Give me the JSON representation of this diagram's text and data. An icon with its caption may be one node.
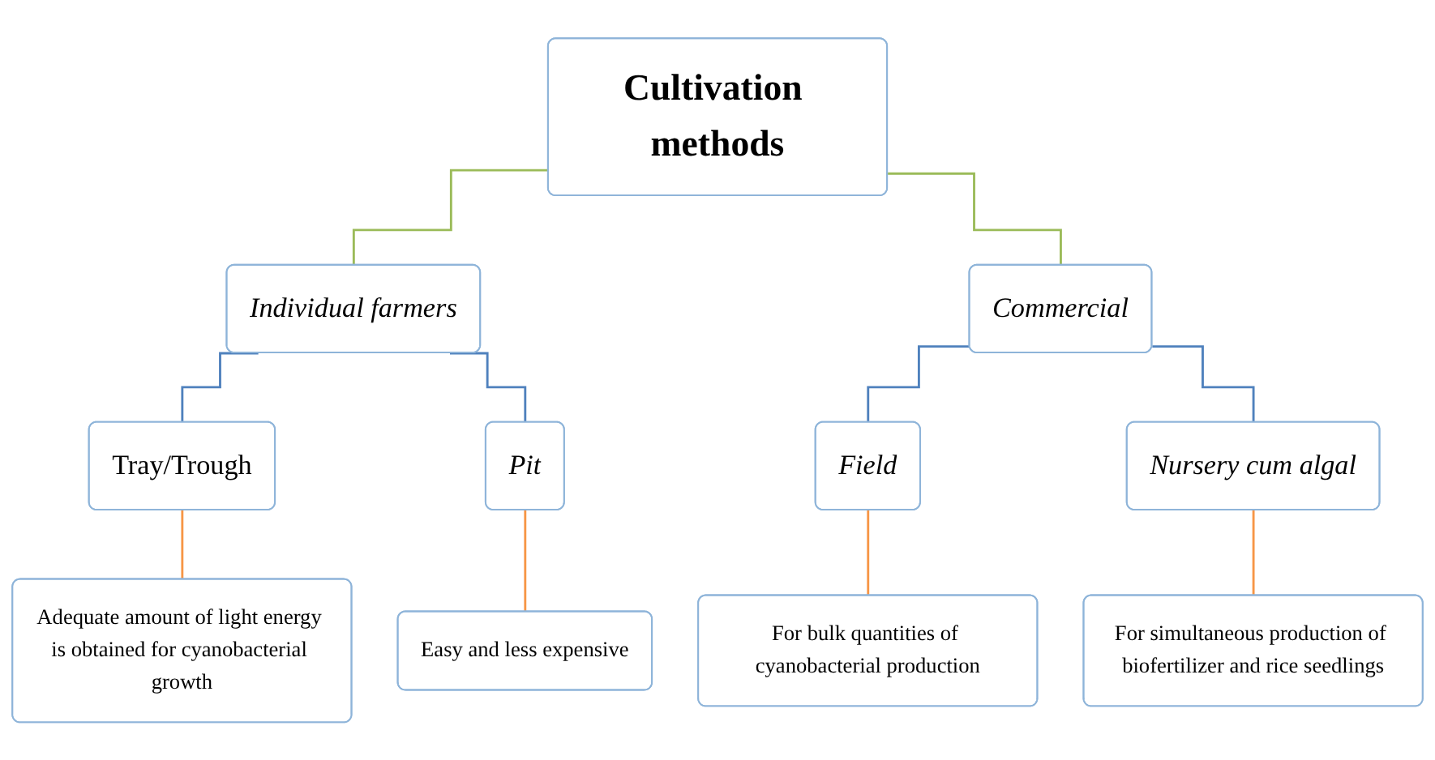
{
  "diagram": {
    "nodes": [
      {
        "text": [
          "Cultivation methods"
        ]
      },
      {
        "text": [
          "Individual farmers"
        ]
      },
      {
        "text": [
          "Commercial"
        ]
      },
      {
        "text": [
          "Tray/Trough"
        ]
      },
      {
        "text": [
          "Pit"
        ]
      },
      {
        "text": [
          "Field"
        ]
      },
      {
        "text": [
          "Nursery cum algal"
        ]
      },
      {
        "text": [
          "Adequate amount of light energy is obtained for cyanobacterial growth"
        ]
      },
      {
        "text": [
          "Easy and less expensive"
        ]
      },
      {
        "text": [
          "For bulk quantities of cyanobacterial production"
        ]
      },
      {
        "text": [
          "For simultaneous production of biofertilizer and rice seedlings"
        ]
      }
    ],
    "edges": [
      {
        "from": 0,
        "to": 1,
        "arrow": "none",
        "color": "#9bbb59"
      },
      {
        "from": 0,
        "to": 2,
        "arrow": "none",
        "color": "#9bbb59"
      },
      {
        "from": 1,
        "to": 3,
        "arrow": "none",
        "color": "#4f81bd"
      },
      {
        "from": 1,
        "to": 4,
        "arrow": "none",
        "color": "#4f81bd"
      },
      {
        "from": 2,
        "to": 5,
        "arrow": "none",
        "color": "#4f81bd"
      },
      {
        "from": 2,
        "to": 6,
        "arrow": "none",
        "color": "#4f81bd"
      },
      {
        "from": 3,
        "to": 7,
        "arrow": "none",
        "color": "#f79646"
      },
      {
        "from": 4,
        "to": 8,
        "arrow": "none",
        "color": "#f79646"
      },
      {
        "from": 5,
        "to": 9,
        "arrow": "none",
        "color": "#f79646"
      },
      {
        "from": 6,
        "to": 10,
        "arrow": "none",
        "color": "#f79646"
      }
    ]
  }
}
